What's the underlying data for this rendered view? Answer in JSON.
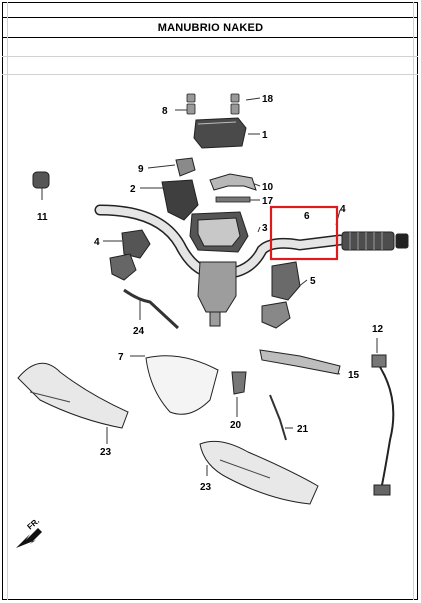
{
  "title": "MANUBRIO NAKED",
  "front_marker": "FR.",
  "highlight_color": "#e0191b",
  "callouts": [
    {
      "id": "c1",
      "text": "1"
    },
    {
      "id": "c2",
      "text": "2"
    },
    {
      "id": "c3",
      "text": "3"
    },
    {
      "id": "c4a",
      "text": "4"
    },
    {
      "id": "c4b",
      "text": "4"
    },
    {
      "id": "c5",
      "text": "5"
    },
    {
      "id": "c6",
      "text": "6"
    },
    {
      "id": "c7",
      "text": "7"
    },
    {
      "id": "c8",
      "text": "8"
    },
    {
      "id": "c9",
      "text": "9"
    },
    {
      "id": "c10",
      "text": "10"
    },
    {
      "id": "c11",
      "text": "11"
    },
    {
      "id": "c12",
      "text": "12"
    },
    {
      "id": "c15",
      "text": "15"
    },
    {
      "id": "c17",
      "text": "17"
    },
    {
      "id": "c18",
      "text": "18"
    },
    {
      "id": "c20",
      "text": "20"
    },
    {
      "id": "c21",
      "text": "21"
    },
    {
      "id": "c23a",
      "text": "23"
    },
    {
      "id": "c23b",
      "text": "23"
    },
    {
      "id": "c24",
      "text": "24"
    }
  ]
}
